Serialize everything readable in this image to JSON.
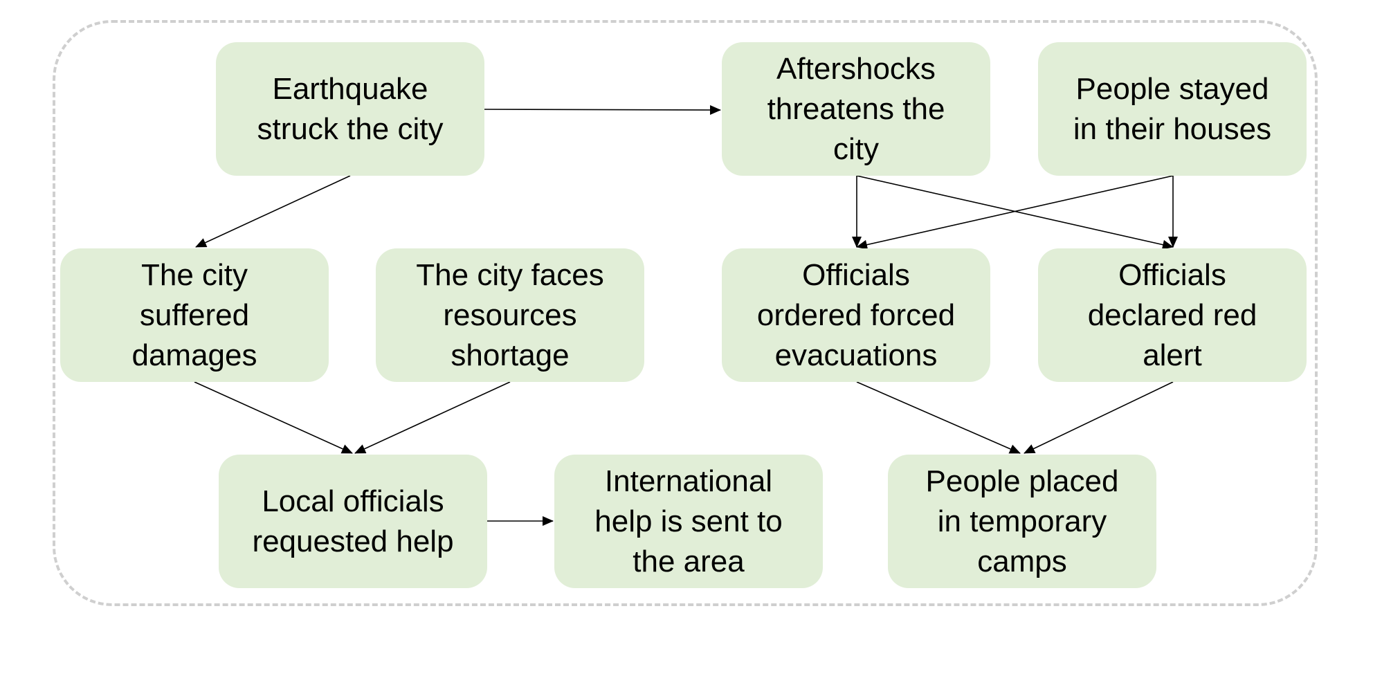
{
  "diagram": {
    "nodes": {
      "earthquake": "Earthquake\nstruck the city",
      "aftershocks": "Aftershocks\nthreatens the\ncity",
      "stayed": "People stayed\nin their houses",
      "damages": "The city\nsuffered\ndamages",
      "shortage": "The city faces\nresources\nshortage",
      "evacuations": "Officials\nordered forced\nevacuations",
      "redalert": "Officials\ndeclared red\nalert",
      "requested": "Local officials\nrequested help",
      "international": "International\nhelp is sent to\nthe area",
      "camps": "People placed\nin temporary\ncamps"
    },
    "edges": [
      {
        "from": "earthquake",
        "to": "aftershocks"
      },
      {
        "from": "earthquake",
        "to": "damages"
      },
      {
        "from": "aftershocks",
        "to": "evacuations"
      },
      {
        "from": "aftershocks",
        "to": "redalert"
      },
      {
        "from": "stayed",
        "to": "evacuations"
      },
      {
        "from": "stayed",
        "to": "redalert"
      },
      {
        "from": "damages",
        "to": "requested"
      },
      {
        "from": "shortage",
        "to": "requested"
      },
      {
        "from": "requested",
        "to": "international"
      },
      {
        "from": "evacuations",
        "to": "camps"
      },
      {
        "from": "redalert",
        "to": "camps"
      }
    ],
    "colors": {
      "node_fill": "#e1eed7",
      "frame_border": "#cfcfcf",
      "edge": "#000000"
    }
  }
}
